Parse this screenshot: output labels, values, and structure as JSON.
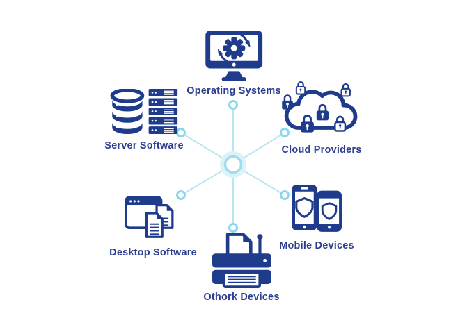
{
  "colors": {
    "navy": "#1f3c8c",
    "label": "#2c3e90",
    "line": "#b9e5f2",
    "ring": "#8bd7ec",
    "hub-ring": "#9edcf0",
    "hub-glow": "#dbf2f9",
    "bg": "#ffffff"
  },
  "hub": {
    "type": "radial-network",
    "spokes": 6
  },
  "nodes": [
    {
      "id": "operating-systems",
      "label": "Operating Systems",
      "icon": "monitor-gear-icon"
    },
    {
      "id": "cloud-providers",
      "label": "Cloud Providers",
      "icon": "cloud-padlocks-icon"
    },
    {
      "id": "server-software",
      "label": "Server Software",
      "icon": "database-server-rack-icon"
    },
    {
      "id": "desktop-software",
      "label": "Desktop Software",
      "icon": "window-documents-icon"
    },
    {
      "id": "mobile-devices",
      "label": "Mobile Devices",
      "icon": "smartphones-shield-icon"
    },
    {
      "id": "othork-devices",
      "label": "Othork Devices",
      "icon": "wireless-printer-icon"
    }
  ]
}
